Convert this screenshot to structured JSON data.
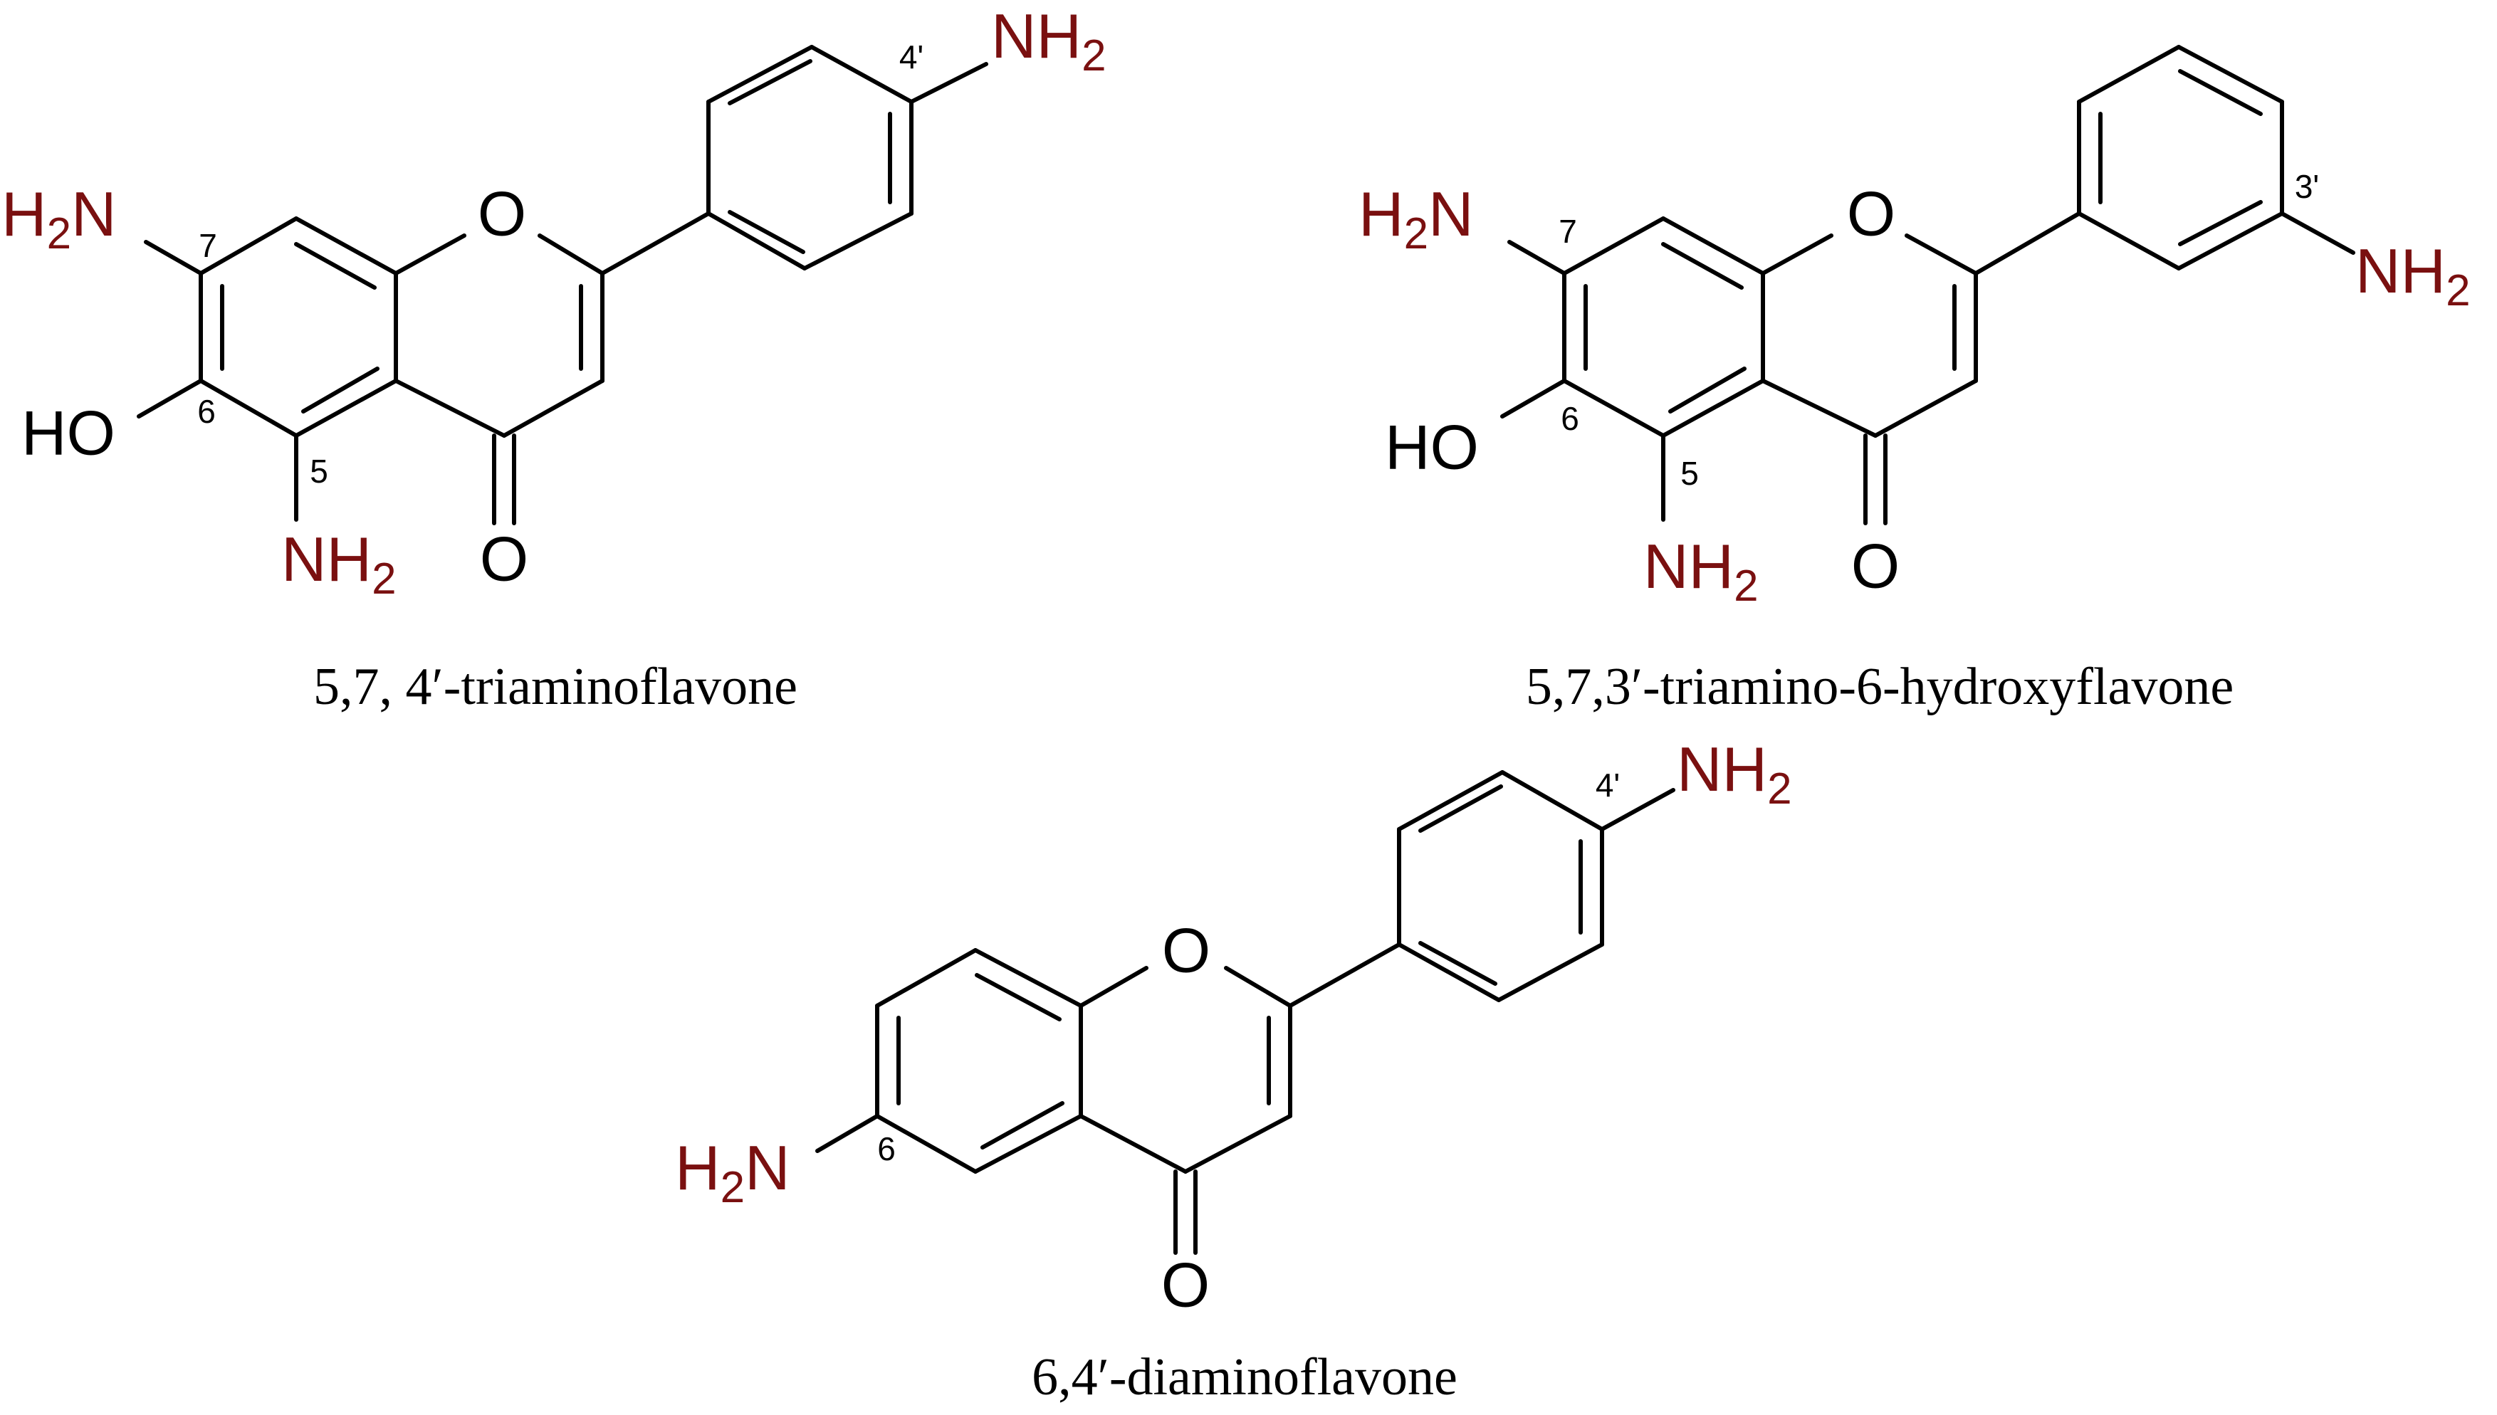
{
  "colors": {
    "bond": "#000000",
    "amine": "#7a1010",
    "text": "#000000"
  },
  "labels": {
    "nh2": "NH",
    "h2n_h": "H",
    "n": "N",
    "sub2": "2",
    "oxygen": "O",
    "hydroxyl": "HO"
  },
  "molecules": [
    {
      "name": "5,7, 4′-triaminoflavone",
      "locants": {
        "c7": "7",
        "c6": "6",
        "c5": "5",
        "c4p": "4'"
      }
    },
    {
      "name": "5,7,3′-triamino-6-hydroxyflavone",
      "locants": {
        "c7": "7",
        "c6": "6",
        "c5": "5",
        "c3p": "3'"
      }
    },
    {
      "name": "6,4′-diaminoflavone",
      "locants": {
        "c6": "6",
        "c4p": "4'"
      }
    }
  ]
}
